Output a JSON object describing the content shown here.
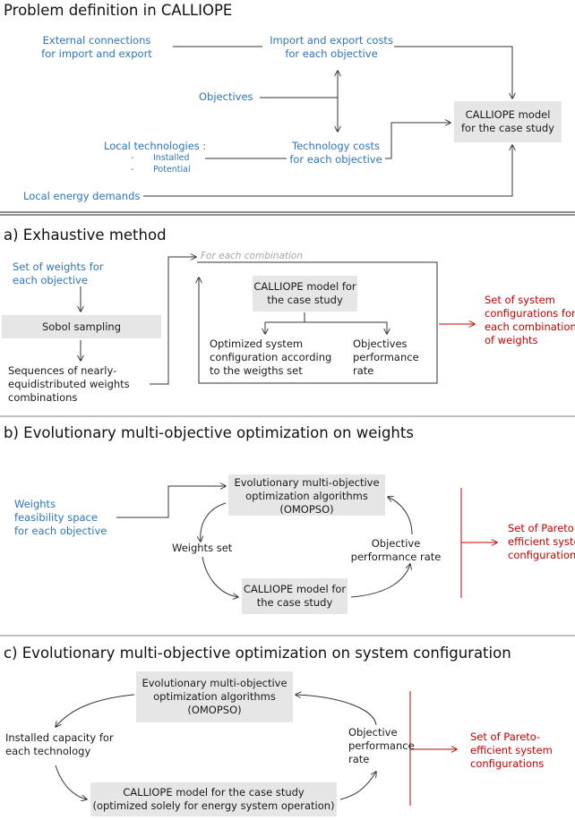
{
  "colors": {
    "blue": "#2e75b6",
    "red": "#c00000",
    "box": "#e6e6e6",
    "line": "#333333"
  },
  "problem": {
    "title": "Problem definition in CALLIOPE",
    "external": [
      "External connections",
      "for import and export"
    ],
    "import_costs": [
      "Import and export costs",
      "for each objective"
    ],
    "objectives": "Objectives",
    "local_tech": "Local technologies :",
    "installed": "Installed",
    "potential": "Potential",
    "dash": "-",
    "tech_costs": [
      "Technology costs",
      "for each objective"
    ],
    "demands": "Local energy demands",
    "model": [
      "CALLIOPE model",
      "for the case study"
    ]
  },
  "a": {
    "title": "a) Exhaustive method",
    "weights": [
      "Set of weights for",
      "each objective"
    ],
    "sobol": "Sobol sampling",
    "sequences": [
      "Sequences of nearly-",
      "equidistributed weights",
      "combinations"
    ],
    "loop_label": "For each combination",
    "model": [
      "CALLIOPE model for",
      "the case study"
    ],
    "optimized": [
      "Optimized system",
      "configuration according",
      "to the weigths set"
    ],
    "perf": [
      "Objectives",
      "performance",
      "rate"
    ],
    "result": [
      "Set of system",
      "configurations for",
      "each combination",
      "of weights"
    ]
  },
  "b": {
    "title": "b) Evolutionary multi-objective optimization on weights",
    "feas": [
      "Weights",
      "feasibility space",
      "for each objective"
    ],
    "algo": [
      "Evolutionary multi-objective",
      "optimization algorithms",
      "(OMOPSO)"
    ],
    "wset": "Weights set",
    "perf": [
      "Objective",
      "performance rate"
    ],
    "model": [
      "CALLIOPE model for",
      "the case study"
    ],
    "result": [
      "Set of Pareto-",
      "efficient system",
      "configurations"
    ]
  },
  "c": {
    "title": "c) Evolutionary multi-objective optimization on system configuration",
    "algo": [
      "Evolutionary multi-objective",
      "optimization algorithms",
      "(OMOPSO)"
    ],
    "installed": [
      "Installed capacity for",
      "each technology"
    ],
    "perf": [
      "Objective",
      "performance",
      "rate"
    ],
    "model": [
      "CALLIOPE model for the case study",
      "(optimized solely for energy system operation)"
    ],
    "result": [
      "Set of Pareto-",
      "efficient system",
      "configurations"
    ]
  }
}
